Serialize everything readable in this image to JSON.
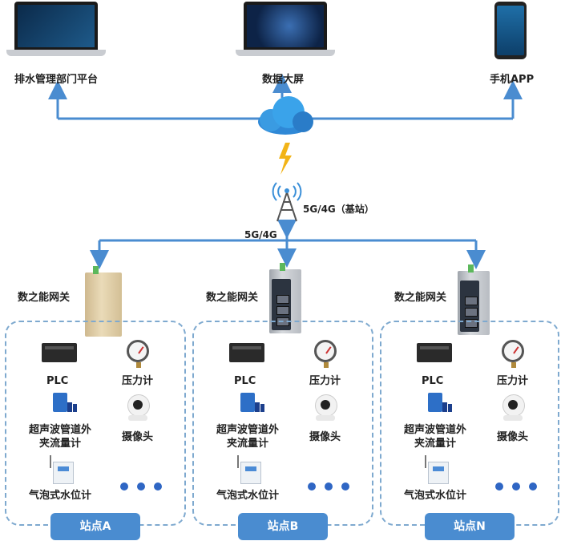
{
  "top": {
    "drainage_platform": "排水管理部门平台",
    "big_screen": "数据大屏",
    "mobile_app": "手机APP"
  },
  "network": {
    "base_station": "5G/4G（基站）",
    "link_label": "5G/4G",
    "line_color": "#4a8cd0"
  },
  "stations": [
    {
      "gateway": "数之能网关",
      "devices": {
        "plc": "PLC",
        "pressure": "压力计",
        "flowmeter": "超声波管道外\n夹流量计",
        "camera": "摄像头",
        "level": "气泡式水位计"
      },
      "name": "站点A"
    },
    {
      "gateway": "数之能网关",
      "devices": {
        "plc": "PLC",
        "pressure": "压力计",
        "flowmeter": "超声波管道外\n夹流量计",
        "camera": "摄像头",
        "level": "气泡式水位计"
      },
      "name": "站点B"
    },
    {
      "gateway": "数之能网关",
      "devices": {
        "plc": "PLC",
        "pressure": "压力计",
        "flowmeter": "超声波管道外\n夹流量计",
        "camera": "摄像头",
        "level": "气泡式水位计"
      },
      "name": "站点N"
    }
  ],
  "colors": {
    "accent": "#4a8cd0",
    "dashed_border": "#7ea9cf",
    "dots": "#2f66c4"
  }
}
